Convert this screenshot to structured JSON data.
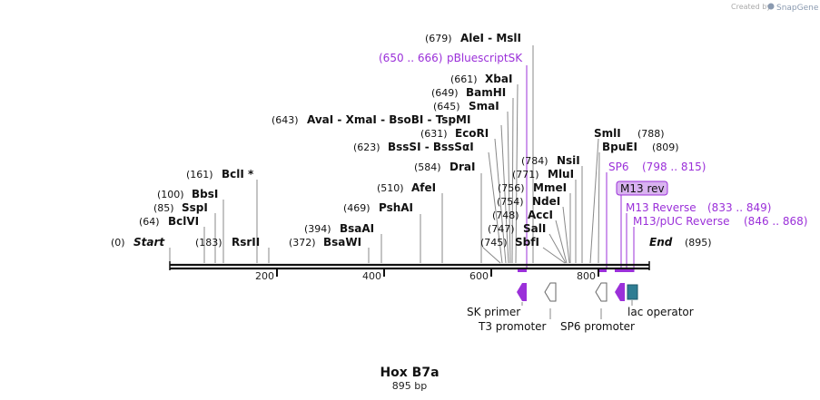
{
  "credit": {
    "prefix": "Created by",
    "brand": "SnapGene"
  },
  "sequence": {
    "name": "Hox B7a",
    "length_label": "895 bp",
    "length": 895
  },
  "ends": {
    "start_label": "Start",
    "start_pos": "(0)",
    "end_label": "End",
    "end_pos": "(895)"
  },
  "ruler_ticks": [
    "200",
    "400",
    "600",
    "800"
  ],
  "sites": [
    {
      "pos": "(64)",
      "name": "BclVI"
    },
    {
      "pos": "(85)",
      "name": "SspI"
    },
    {
      "pos": "(100)",
      "name": "BbsI"
    },
    {
      "pos": "(161)",
      "name": "BclI *"
    },
    {
      "pos": "(183)",
      "name": "RsrII"
    },
    {
      "pos": "(372)",
      "name": "BsaWI"
    },
    {
      "pos": "(394)",
      "name": "BsaAI"
    },
    {
      "pos": "(469)",
      "name": "PshAI"
    },
    {
      "pos": "(510)",
      "name": "AfeI"
    },
    {
      "pos": "(584)",
      "name": "DraI"
    },
    {
      "pos": "(623)",
      "name": "BssSI  -  BssSαI"
    },
    {
      "pos": "(631)",
      "name": "EcoRI"
    },
    {
      "pos": "(643)",
      "name": "AvaI  -  XmaI  -  BsoBI  -  TspMI"
    },
    {
      "pos": "(645)",
      "name": "SmaI"
    },
    {
      "pos": "(649)",
      "name": "BamHI"
    },
    {
      "pos": "(661)",
      "name": "XbaI"
    },
    {
      "pos": "(679)",
      "name": "AleI  -  MslI"
    },
    {
      "pos": "(745)",
      "name": "SbfI"
    },
    {
      "pos": "(747)",
      "name": "SalI"
    },
    {
      "pos": "(748)",
      "name": "AccI"
    },
    {
      "pos": "(754)",
      "name": "NdeI"
    },
    {
      "pos": "(756)",
      "name": "MmeI"
    },
    {
      "pos": "(771)",
      "name": "MluI"
    },
    {
      "pos": "(784)",
      "name": "NsiI"
    },
    {
      "pos": "(788)",
      "name": "SmlI"
    },
    {
      "pos": "(809)",
      "name": "BpuEI"
    }
  ],
  "primers": [
    {
      "name": "pBluescriptSK",
      "range": "(650 .. 666)"
    },
    {
      "name": "SP6",
      "range": "(798 .. 815)"
    },
    {
      "name": "M13 rev",
      "range": ""
    },
    {
      "name": "M13 Reverse",
      "range": "(833 .. 849)"
    },
    {
      "name": "M13/pUC Reverse",
      "range": "(846 .. 868)"
    }
  ],
  "features": [
    {
      "name": "SK primer"
    },
    {
      "name": "T3 promoter"
    },
    {
      "name": "SP6 promoter"
    },
    {
      "name": "lac operator"
    }
  ],
  "colors": {
    "primer": "#9b30d9",
    "primer_fill": "#d9b3f0",
    "lac_operator": "#2e7d93",
    "line": "#888888",
    "backbone": "#111111"
  }
}
